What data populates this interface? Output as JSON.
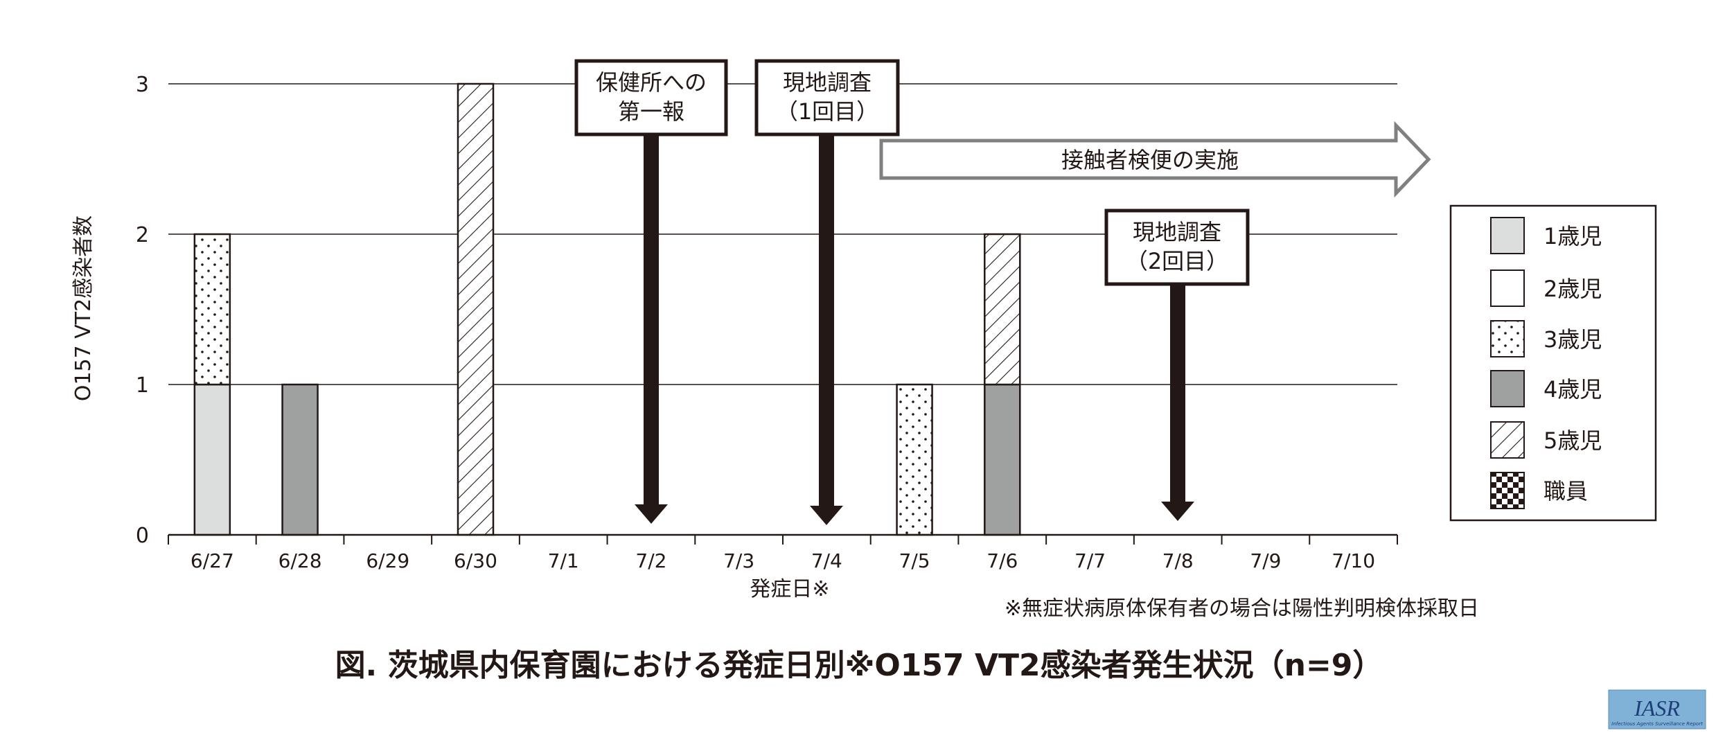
{
  "chart_data": {
    "type": "bar",
    "stacked": true,
    "title": "図. 茨城県内保育園における発症日別※O157 VT2感染者発生状況（n=9）",
    "xlabel": "発症日※",
    "ylabel": "O157 VT2感染者数",
    "ylim": [
      0,
      3
    ],
    "yticks": [
      "0",
      "1",
      "2",
      "3"
    ],
    "grid": true,
    "categories": [
      "6/27",
      "6/28",
      "6/29",
      "6/30",
      "7/1",
      "7/2",
      "7/3",
      "7/4",
      "7/5",
      "7/6",
      "7/7",
      "7/8",
      "7/9",
      "7/10"
    ],
    "series": [
      {
        "name": "1歳児",
        "pattern": "light",
        "color": "#dcdddd",
        "values": [
          1,
          0,
          0,
          0,
          0,
          0,
          0,
          0,
          0,
          0,
          0,
          0,
          0,
          0
        ]
      },
      {
        "name": "2歳児",
        "pattern": "white",
        "color": "#ffffff",
        "values": [
          0,
          0,
          0,
          0,
          0,
          0,
          0,
          0,
          0,
          0,
          0,
          0,
          0,
          0
        ]
      },
      {
        "name": "3歳児",
        "pattern": "dots",
        "color": "#ffffff",
        "values": [
          1,
          0,
          0,
          0,
          0,
          0,
          0,
          0,
          1,
          0,
          0,
          0,
          0,
          0
        ]
      },
      {
        "name": "4歳児",
        "pattern": "gray",
        "color": "#9fa0a0",
        "values": [
          0,
          1,
          0,
          0,
          0,
          0,
          0,
          0,
          0,
          1,
          0,
          0,
          0,
          0
        ]
      },
      {
        "name": "5歳児",
        "pattern": "hatch",
        "color": "#ffffff",
        "values": [
          0,
          0,
          0,
          3,
          0,
          0,
          0,
          0,
          0,
          1,
          0,
          0,
          0,
          0
        ]
      },
      {
        "name": "職員",
        "pattern": "checker",
        "color": "#231815",
        "values": [
          0,
          0,
          0,
          0,
          0,
          0,
          0,
          0,
          0,
          0,
          0,
          0,
          0,
          0
        ]
      }
    ],
    "legend_position": "right",
    "annotations": [
      {
        "lines": [
          "保健所への",
          "第一報"
        ],
        "date": "7/2"
      },
      {
        "lines": [
          "現地調査",
          "（1回目）"
        ],
        "date": "7/4"
      },
      {
        "lines": [
          "現地調査",
          "（2回目）"
        ],
        "date": "7/8"
      }
    ],
    "period_arrow": {
      "label": "接触者検便の実施",
      "from": "7/4",
      "to": "7/10"
    },
    "footnote": "※無症状病原体保有者の場合は陽性判明検体採取日"
  },
  "logo": {
    "text": "IASR",
    "subtitle": "Infectious Agents Surveillance Report"
  }
}
